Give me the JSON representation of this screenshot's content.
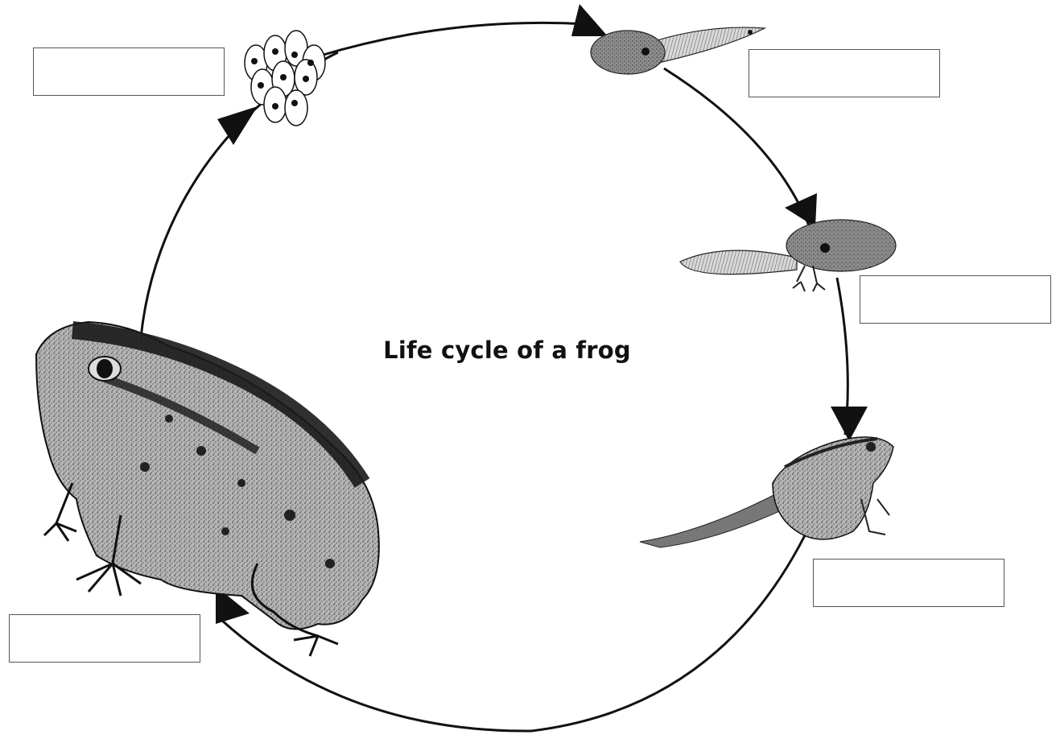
{
  "diagram": {
    "title": "Life cycle of a frog",
    "stages": [
      {
        "id": "eggs",
        "label": ""
      },
      {
        "id": "tadpole",
        "label": ""
      },
      {
        "id": "tadpole-with-legs",
        "label": ""
      },
      {
        "id": "froglet",
        "label": ""
      },
      {
        "id": "adult-frog",
        "label": ""
      }
    ],
    "colors": {
      "line": "#111111",
      "tadpole_fill": "#8a8a8a",
      "frog_fill": "#9a9a9a",
      "frog_dark": "#2a2a2a"
    }
  }
}
